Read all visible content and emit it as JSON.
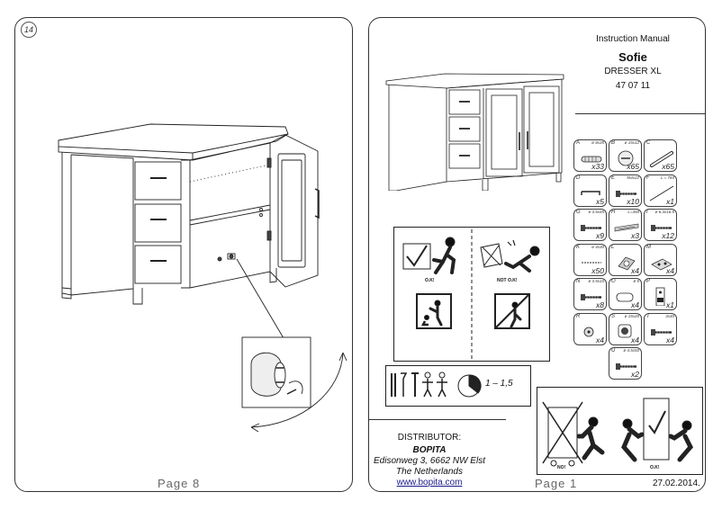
{
  "left_page": {
    "step_number": "14",
    "page_label": "Page 8"
  },
  "right_page": {
    "header": {
      "manual_title": "Instruction Manual",
      "product_name": "Sofie",
      "product_type": "DRESSER XL",
      "article_number": "47 07 11"
    },
    "warning_labels": {
      "ok": "O.K!",
      "not_ok": "NOT O.K!"
    },
    "tools": {
      "people_count": "1 – 1,5"
    },
    "move_labels": {
      "no": "NO!",
      "ok": "O.K!"
    },
    "distributor": {
      "heading": "DISTRIBUTOR:",
      "name": "BOPITA",
      "address": "Edisonweg 3,  6662 NW Elst",
      "country": "The Netherlands",
      "website": "www.bopita.com"
    },
    "page_label": "Page 1",
    "date": "27.02.2014."
  },
  "parts": [
    {
      "letter": "A",
      "spec": "ø 8x35",
      "qty": "x33",
      "icon": "dowel-icon"
    },
    {
      "letter": "B",
      "spec": "ø 15x12",
      "qty": "x65",
      "icon": "cam-lock-icon"
    },
    {
      "letter": "C",
      "spec": "",
      "qty": "x65",
      "icon": "cam-bolt-icon"
    },
    {
      "letter": "D",
      "spec": "",
      "qty": "x5",
      "icon": "handle-icon"
    },
    {
      "letter": "E",
      "spec": "M4x22",
      "qty": "x10",
      "icon": "screw-icon"
    },
    {
      "letter": "F",
      "spec": "L = 784",
      "qty": "x1",
      "icon": "rod-icon"
    },
    {
      "letter": "G",
      "spec": "ø 3.5x45",
      "qty": "x9",
      "icon": "screw-icon"
    },
    {
      "letter": "H",
      "spec": "L=350",
      "qty": "x3",
      "icon": "drawer-runner-icon"
    },
    {
      "letter": "I",
      "spec": "ø 6.3x16.5",
      "qty": "x12",
      "icon": "screw-icon"
    },
    {
      "letter": "K",
      "spec": "ø 4x30",
      "qty": "x50",
      "icon": "nail-icon"
    },
    {
      "letter": "L",
      "spec": "",
      "qty": "x4",
      "icon": "hinge-icon"
    },
    {
      "letter": "M",
      "spec": "",
      "qty": "x4",
      "icon": "hinge-plate-icon"
    },
    {
      "letter": "N",
      "spec": "ø 3.5x15",
      "qty": "x8",
      "icon": "screw-icon"
    },
    {
      "letter": "O",
      "spec": "ø 5",
      "qty": "x4",
      "icon": "cap-icon"
    },
    {
      "letter": "P",
      "spec": "",
      "qty": "x1",
      "icon": "wall-bracket-icon"
    },
    {
      "letter": "R",
      "spec": "",
      "qty": "x4",
      "icon": "foot-pad-icon"
    },
    {
      "letter": "S",
      "spec": "ø 15x20",
      "qty": "x4",
      "icon": "door-stop-icon"
    },
    {
      "letter": "T",
      "spec": "3x40",
      "qty": "x4",
      "icon": "screw-icon"
    },
    {
      "letter": "U",
      "spec": "ø 4.5x50",
      "qty": "x2",
      "icon": "screw-icon"
    }
  ]
}
